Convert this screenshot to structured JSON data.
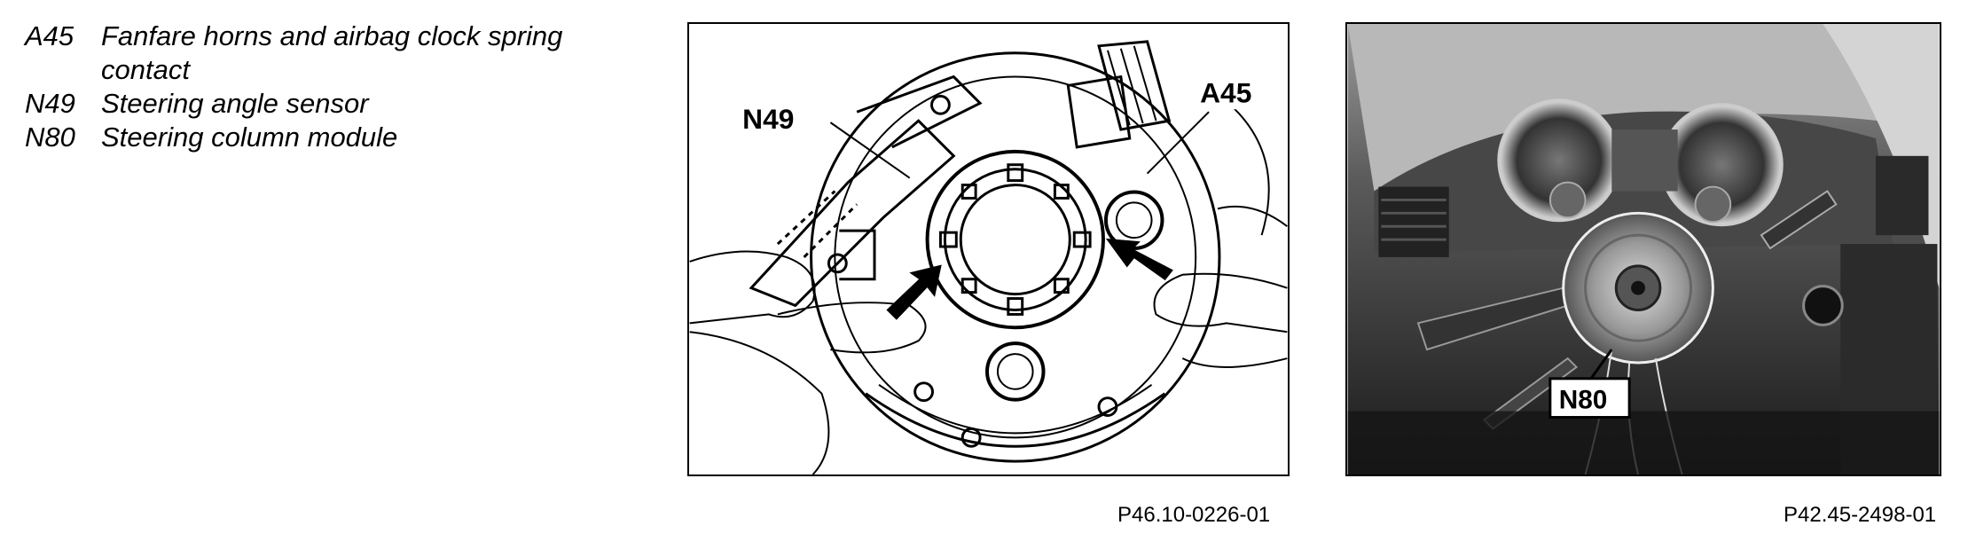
{
  "legend": [
    {
      "code": "A45",
      "text": "Fanfare horns and airbag clock spring contact"
    },
    {
      "code": "N49",
      "text": "Steering angle sensor"
    },
    {
      "code": "N80",
      "text": "Steering column module"
    }
  ],
  "figure1": {
    "label_n49": "N49",
    "label_a45": "A45",
    "caption": "P46.10-0226-01"
  },
  "figure2": {
    "label_n80": "N80",
    "caption": "P42.45-2498-01"
  }
}
